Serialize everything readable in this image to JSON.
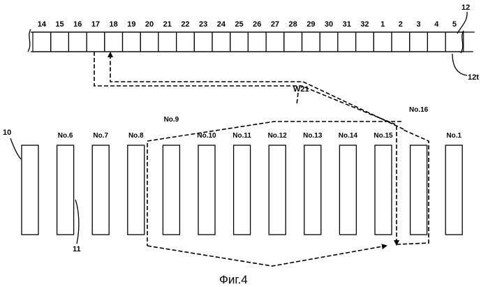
{
  "tape": {
    "ref_label": "12",
    "end_label": "12t",
    "cells": [
      "14",
      "15",
      "16",
      "17",
      "18",
      "19",
      "20",
      "21",
      "22",
      "23",
      "24",
      "25",
      "26",
      "27",
      "28",
      "29",
      "30",
      "31",
      "32",
      "1",
      "2",
      "3",
      "4",
      "5"
    ]
  },
  "transfer_label": "W21",
  "cassette": {
    "ref_label": "10",
    "slot_ref_label": "11",
    "upper_labels": [
      {
        "text": "No.6",
        "slot": 0
      },
      {
        "text": "No.7",
        "slot": 1
      },
      {
        "text": "No.8",
        "slot": 2
      },
      {
        "text": "No.9",
        "slot": 3
      },
      {
        "text": "No.10",
        "slot": 4
      },
      {
        "text": "No.11",
        "slot": 5
      },
      {
        "text": "No.12",
        "slot": 6
      },
      {
        "text": "No.13",
        "slot": 7
      },
      {
        "text": "No.14",
        "slot": 8
      },
      {
        "text": "No.15",
        "slot": 9
      },
      {
        "text": "No.16",
        "slot": 10
      },
      {
        "text": "No.1",
        "slot": 11
      }
    ]
  },
  "caption": "Фиг.4"
}
